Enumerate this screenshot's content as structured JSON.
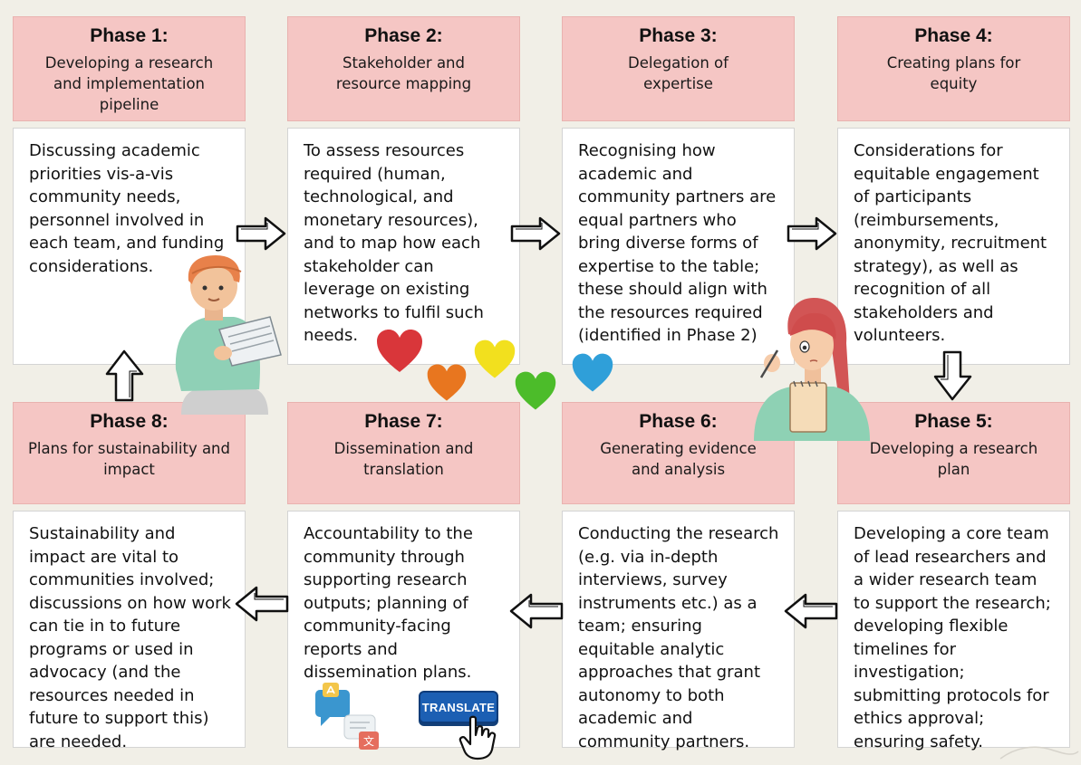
{
  "phases": [
    {
      "title": "Phase 1:",
      "subtitle": "Developing a research and implementation pipeline",
      "body": "Discussing academic priorities vis-a-vis community needs, personnel involved in each team, and funding considerations."
    },
    {
      "title": "Phase 2:",
      "subtitle": "Stakeholder and resource mapping",
      "body": "To assess resources required (human, technological, and monetary resources), and to map how each stakeholder can leverage on existing networks to fulfil such needs."
    },
    {
      "title": "Phase 3:",
      "subtitle": "Delegation of expertise",
      "body": "Recognising how academic and community partners are equal partners who bring diverse forms of expertise to the table; these should align with the resources required (identified in Phase 2)"
    },
    {
      "title": "Phase 4:",
      "subtitle": "Creating plans for equity",
      "body": "Considerations for equitable engagement of participants (reimbursements, anonymity, recruitment strategy), as well as recognition of all stakeholders and volunteers."
    },
    {
      "title": "Phase 5:",
      "subtitle": "Developing a research plan",
      "body": "Developing a core team of lead researchers and a wider research team to support the research; developing flexible timelines for investigation; submitting protocols for ethics approval; ensuring safety."
    },
    {
      "title": "Phase 6:",
      "subtitle": "Generating evidence and analysis",
      "body": "Conducting the research (e.g. via in-depth interviews, survey instruments etc.) as a team; ensuring equitable analytic approaches that grant autonomy to both academic and community partners."
    },
    {
      "title": "Phase 7:",
      "subtitle": "Dissemination and translation",
      "body": "Accountability to the community through supporting research outputs; planning of community-facing reports and dissemination plans."
    },
    {
      "title": "Phase 8:",
      "subtitle": "Plans for sustainability and impact",
      "body": "Sustainability and impact are vital to communities involved; discussions on how work can tie in to future programs or used in advocacy (and the resources needed in future to support this) are needed."
    }
  ],
  "translate_button": {
    "label": "TRANSLATE"
  },
  "colors": {
    "header_bg": "#f5c6c4",
    "body_bg": "#ffffff",
    "page_bg": "#f1efe7",
    "hearts": [
      "#d9363a",
      "#e8761f",
      "#f2e01e",
      "#4cbc2a",
      "#2f9fd9"
    ]
  },
  "icons": [
    "arrow-right-icon",
    "arrow-left-icon",
    "arrow-up-icon",
    "arrow-down-icon",
    "heart-icon",
    "translate-icon",
    "hand-cursor-icon"
  ]
}
